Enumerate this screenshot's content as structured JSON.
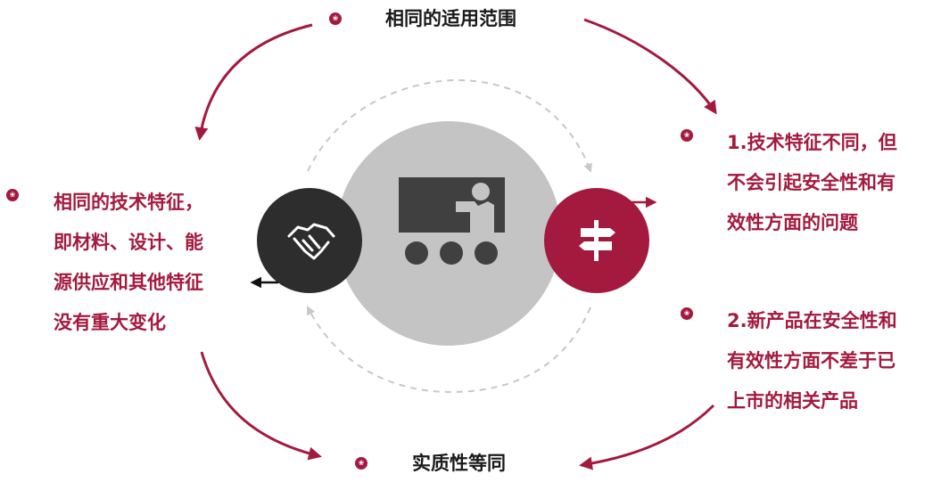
{
  "colors": {
    "accent": "#a31a3e",
    "dark_circle": "#2d2d2d",
    "center_circle": "#c4c4c4",
    "board": "#404040",
    "dashed": "#c8c8c8"
  },
  "labels": {
    "top": "相同的适用范围",
    "bottom": "实质性等同",
    "left": [
      "相同的技术特征，",
      "即材料、设计、能",
      "源供应和其他特征",
      "没有重大变化"
    ],
    "right1": [
      "1.技术特征不同，但",
      "不会引起安全性和有",
      "效性方面的问题"
    ],
    "right2": [
      "2.新产品在安全性和",
      "有效性方面不差于已",
      "上市的相关产品"
    ]
  },
  "icons": {
    "bullet": "seal-bullet-icon",
    "left_circle": "handshake-icon",
    "center": "presentation-board-icon",
    "right_circle": "signpost-icon"
  }
}
